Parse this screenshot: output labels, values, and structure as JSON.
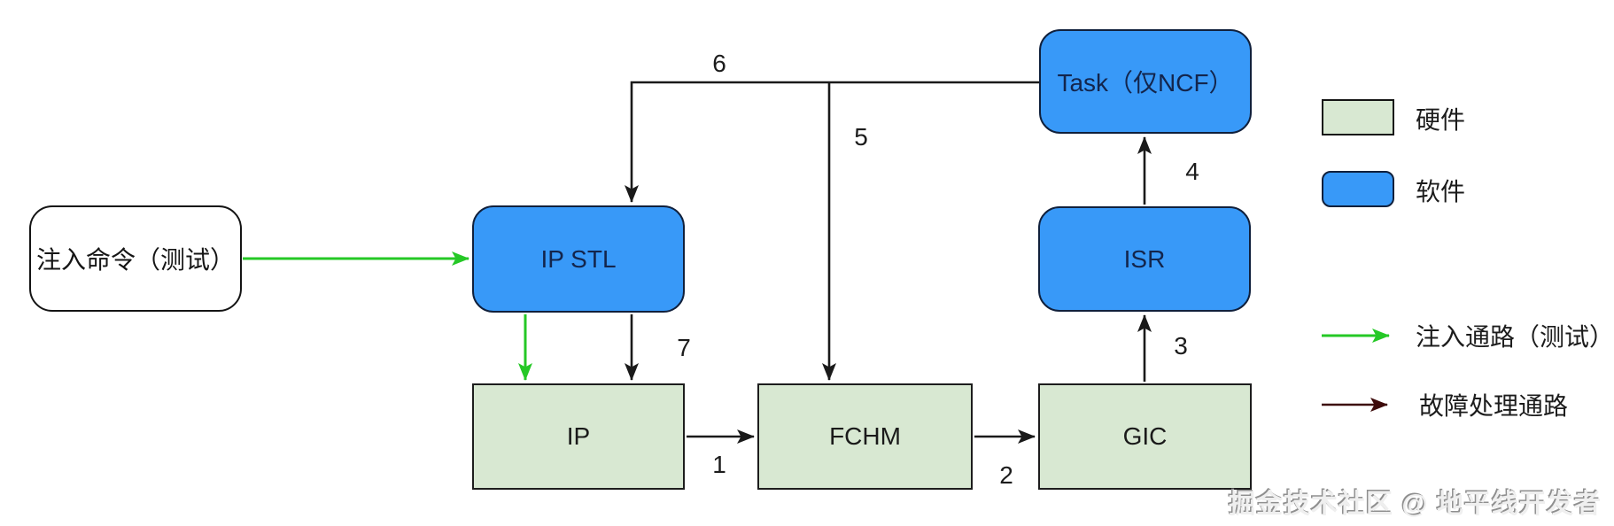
{
  "diagram": {
    "nodes": {
      "inject": "注入命令（测试）",
      "ip_stl": "IP STL",
      "task": "Task（仅NCF）",
      "isr": "ISR",
      "ip": "IP",
      "fchm": "FCHM",
      "gic": "GIC"
    },
    "edge_labels": {
      "n1": "1",
      "n2": "2",
      "n3": "3",
      "n4": "4",
      "n5": "5",
      "n6": "6",
      "n7": "7"
    }
  },
  "legend": {
    "hardware": "硬件",
    "software": "软件",
    "inject_path": "注入通路（测试）",
    "fault_path": "故障处理通路"
  },
  "watermark": "掘金技术社区 @ 地平线开发者",
  "colors": {
    "software_fill": "#3899f8",
    "software_text": "#13254c",
    "hardware_fill": "#d8e8d2",
    "line": "#1a1a1a",
    "inject_arrow": "#25c826",
    "fault_arrow_legend": "#3d0a0a"
  }
}
